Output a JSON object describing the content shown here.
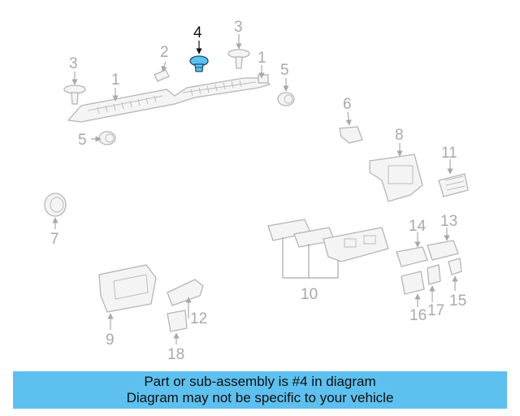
{
  "highlight_color": "#5dc0ef",
  "banner": {
    "background": "#5dc0ef",
    "line1": "Part or sub-assembly is #4 in diagram",
    "line2": "Diagram may not be specific to your vehicle"
  },
  "callouts": {
    "c1a": "1",
    "c1b": "1",
    "c2": "2",
    "c3a": "3",
    "c3b": "3",
    "c4": "4",
    "c5a": "5",
    "c5b": "5",
    "c6": "6",
    "c7": "7",
    "c8": "8",
    "c9": "9",
    "c10": "10",
    "c11": "11",
    "c12": "12",
    "c13": "13",
    "c14": "14",
    "c15": "15",
    "c16": "16",
    "c17": "17",
    "c18": "18"
  }
}
